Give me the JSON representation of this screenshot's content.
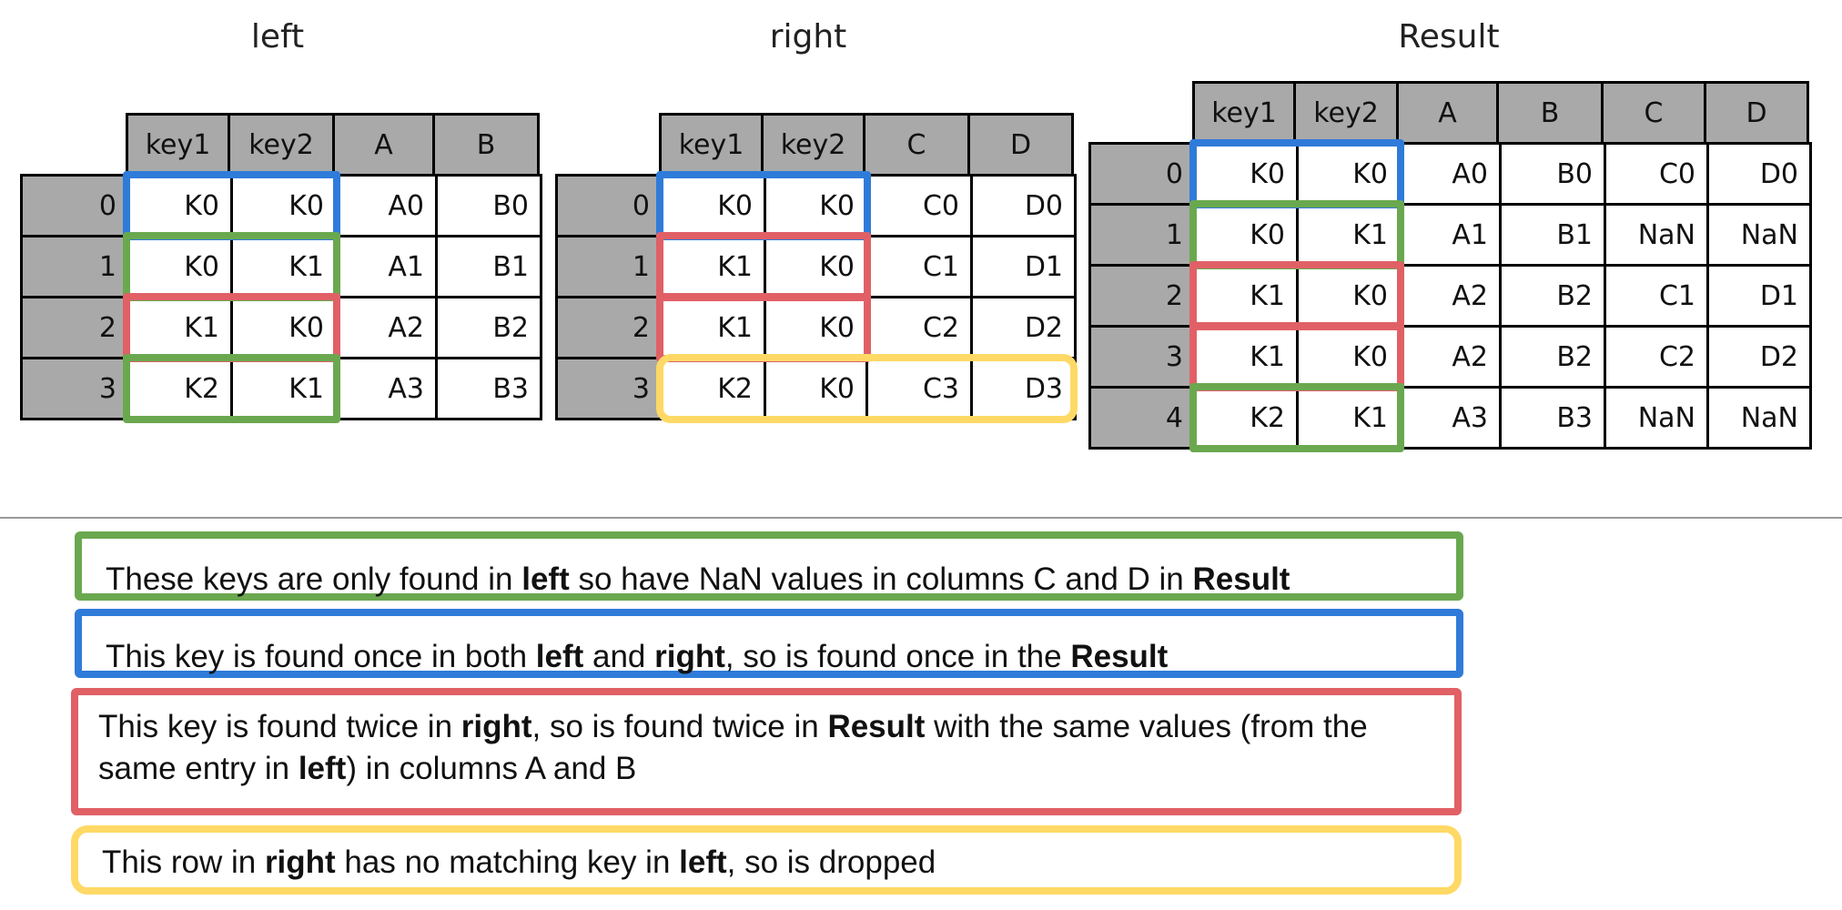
{
  "colors": {
    "green": "#6aa84f",
    "blue": "#2f7bd9",
    "red": "#e06066",
    "yellow": "#ffd966",
    "header_gray": "#a9a9a9"
  },
  "tables": [
    {
      "id": "left",
      "title": "left",
      "columns": [
        "key1",
        "key2",
        "A",
        "B"
      ],
      "index": [
        "0",
        "1",
        "2",
        "3"
      ],
      "rows": [
        [
          "K0",
          "K0",
          "A0",
          "B0"
        ],
        [
          "K0",
          "K1",
          "A1",
          "B1"
        ],
        [
          "K1",
          "K0",
          "A2",
          "B2"
        ],
        [
          "K2",
          "K1",
          "A3",
          "B3"
        ]
      ],
      "highlights": [
        {
          "color": "blue",
          "rows": [
            0
          ]
        },
        {
          "color": "green",
          "rows": [
            1
          ]
        },
        {
          "color": "red",
          "rows": [
            2
          ]
        },
        {
          "color": "green",
          "rows": [
            3
          ]
        }
      ]
    },
    {
      "id": "right",
      "title": "right",
      "columns": [
        "key1",
        "key2",
        "C",
        "D"
      ],
      "index": [
        "0",
        "1",
        "2",
        "3"
      ],
      "rows": [
        [
          "K0",
          "K0",
          "C0",
          "D0"
        ],
        [
          "K1",
          "K0",
          "C1",
          "D1"
        ],
        [
          "K1",
          "K0",
          "C2",
          "D2"
        ],
        [
          "K2",
          "K0",
          "C3",
          "D3"
        ]
      ],
      "highlights": [
        {
          "color": "blue",
          "rows": [
            0
          ]
        },
        {
          "color": "red",
          "rows": [
            1
          ]
        },
        {
          "color": "red",
          "rows": [
            2
          ]
        },
        {
          "color": "yellow",
          "rows": [
            3
          ],
          "full_row": true
        }
      ]
    },
    {
      "id": "result",
      "title": "Result",
      "columns": [
        "key1",
        "key2",
        "A",
        "B",
        "C",
        "D"
      ],
      "index": [
        "0",
        "1",
        "2",
        "3",
        "4"
      ],
      "rows": [
        [
          "K0",
          "K0",
          "A0",
          "B0",
          "C0",
          "D0"
        ],
        [
          "K0",
          "K1",
          "A1",
          "B1",
          "NaN",
          "NaN"
        ],
        [
          "K1",
          "K0",
          "A2",
          "B2",
          "C1",
          "D1"
        ],
        [
          "K1",
          "K0",
          "A2",
          "B2",
          "C2",
          "D2"
        ],
        [
          "K2",
          "K1",
          "A3",
          "B3",
          "NaN",
          "NaN"
        ]
      ],
      "highlights": [
        {
          "color": "blue",
          "rows": [
            0
          ]
        },
        {
          "color": "green",
          "rows": [
            1
          ]
        },
        {
          "color": "red",
          "rows": [
            2
          ]
        },
        {
          "color": "red",
          "rows": [
            3
          ]
        },
        {
          "color": "green",
          "rows": [
            4
          ]
        }
      ]
    }
  ],
  "notes": [
    {
      "color": "green",
      "text": "These keys are only found in left so have NaN values in columns C and D in Result",
      "segments": [
        {
          "t": "These keys are only found in "
        },
        {
          "t": "left",
          "b": true
        },
        {
          "t": " so have NaN values in columns C and D in "
        },
        {
          "t": "Result",
          "b": true
        }
      ]
    },
    {
      "color": "blue",
      "text": "This key is found once in both left and right, so is found once in the Result",
      "segments": [
        {
          "t": "This key is found once in both "
        },
        {
          "t": "left",
          "b": true
        },
        {
          "t": " and "
        },
        {
          "t": "right",
          "b": true
        },
        {
          "t": ", so is found once in the "
        },
        {
          "t": "Result",
          "b": true
        }
      ]
    },
    {
      "color": "red",
      "text": "This key is found twice in right, so is found twice in Result with the same values (from the same entry in left) in columns A and B",
      "segments": [
        {
          "t": "This key is found twice in "
        },
        {
          "t": "right",
          "b": true
        },
        {
          "t": ", so is found twice in "
        },
        {
          "t": "Result",
          "b": true
        },
        {
          "t": " with the same values (from the same entry in "
        },
        {
          "t": "left",
          "b": true
        },
        {
          "t": ") in columns A and B"
        }
      ]
    },
    {
      "color": "yellow",
      "text": "This row in right has no matching key in left, so is dropped",
      "segments": [
        {
          "t": "This row in "
        },
        {
          "t": "right",
          "b": true
        },
        {
          "t": " has no matching key in "
        },
        {
          "t": "left",
          "b": true
        },
        {
          "t": ", so is dropped"
        }
      ]
    }
  ]
}
